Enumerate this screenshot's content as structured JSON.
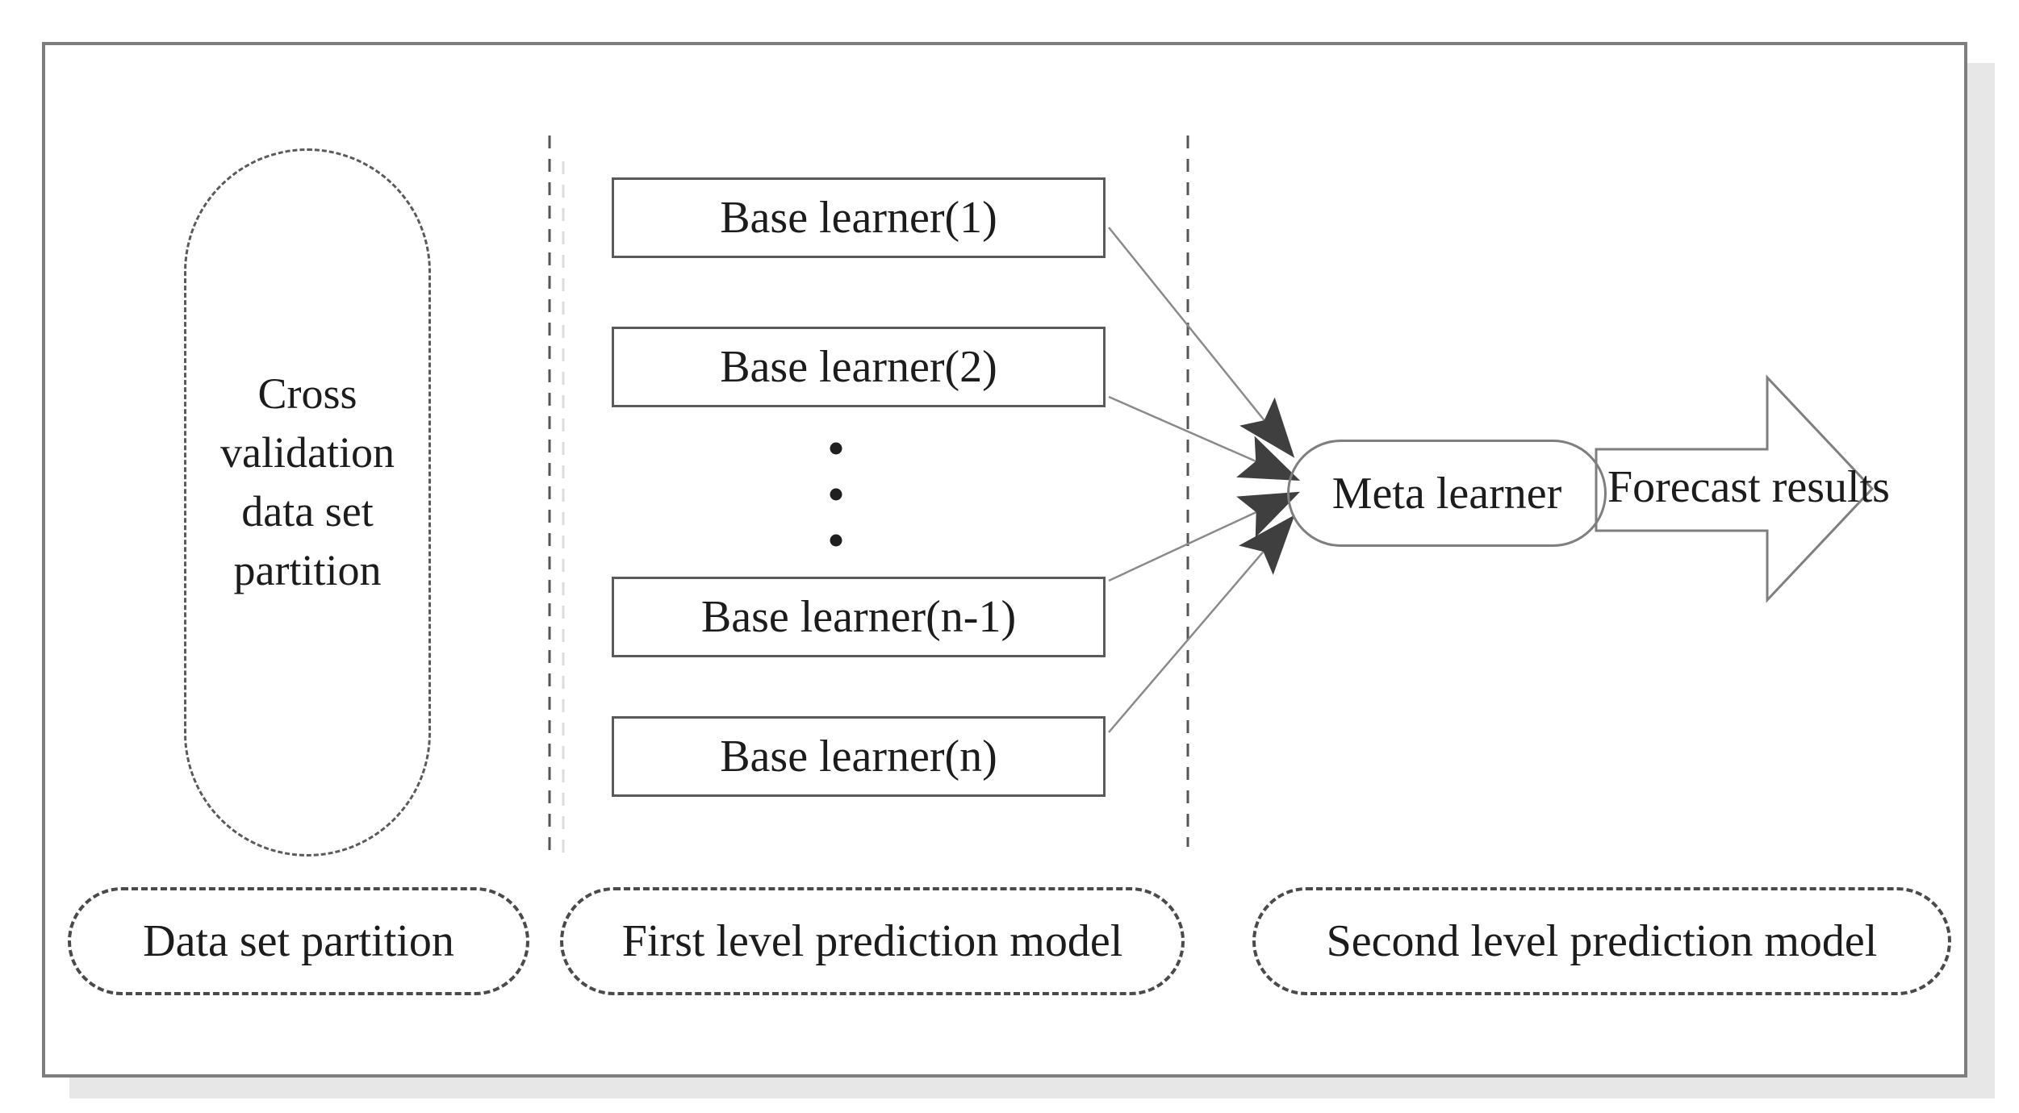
{
  "diagram": {
    "partition_stage": {
      "process_label": "Cross validation data set partition",
      "stage_label": "Data set partition"
    },
    "first_level_stage": {
      "base_learners": [
        "Base learner(1)",
        "Base learner(2)",
        "Base learner(n-1)",
        "Base learner(n)"
      ],
      "ellipsis_icon": "vertical-ellipsis",
      "stage_label": "First level prediction model"
    },
    "second_level_stage": {
      "meta_learner_label": "Meta learner",
      "forecast_label": "Forecast results",
      "stage_label": "Second level prediction model"
    },
    "colors": {
      "outer_border": "#7e7e7e",
      "dashed_outline": "#5a5a5a",
      "connector_line": "#8a8a8a",
      "arrowhead": "#3f3f3f",
      "text": "#1c1c1c",
      "shadow": "#e7e7e7"
    }
  }
}
